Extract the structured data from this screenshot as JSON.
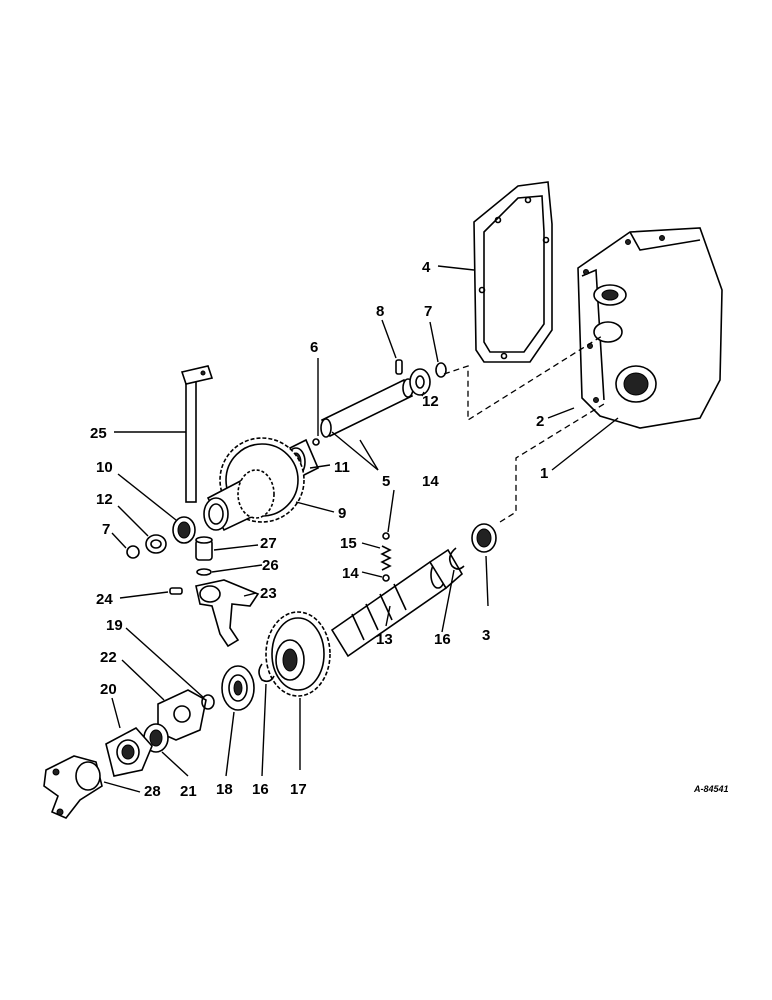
{
  "diagram": {
    "drawing_number": "A-84541",
    "callouts": [
      "1",
      "2",
      "3",
      "4",
      "5",
      "6",
      "7",
      "8",
      "9",
      "10",
      "11",
      "12",
      "13",
      "14",
      "15",
      "16",
      "17",
      "18",
      "19",
      "20",
      "21",
      "22",
      "23",
      "24",
      "25",
      "26",
      "27",
      "28"
    ]
  },
  "labels": {
    "c1": "1",
    "c2": "2",
    "c3": "3",
    "c4": "4",
    "c5": "5",
    "c6": "6",
    "c7a": "7",
    "c7b": "7",
    "c8": "8",
    "c9": "9",
    "c10": "10",
    "c11": "11",
    "c12a": "12",
    "c12b": "12",
    "c13": "13",
    "c14a": "14",
    "c14b": "14",
    "c15": "15",
    "c16a": "16",
    "c16b": "16",
    "c17": "17",
    "c18": "18",
    "c19": "19",
    "c20": "20",
    "c21": "21",
    "c22": "22",
    "c23": "23",
    "c24": "24",
    "c25": "25",
    "c26": "26",
    "c27": "27",
    "c28": "28"
  }
}
